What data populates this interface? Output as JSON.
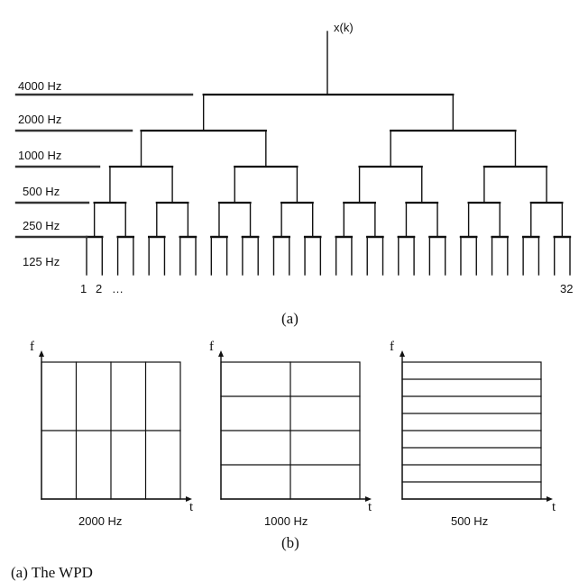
{
  "figure_a": {
    "root_label": "x(k)",
    "band_labels": [
      "4000 Hz",
      "2000 Hz",
      "1000 Hz",
      "500 Hz",
      "250 Hz",
      "125 Hz"
    ],
    "leaf_labels": {
      "first": "1",
      "second": "2",
      "ellipsis": "…",
      "last": "32"
    },
    "caption": "(a)"
  },
  "figure_b": {
    "panels": [
      {
        "label": "2000 Hz",
        "f_axis": "f",
        "t_axis": "t",
        "columns": 4,
        "rows": 2
      },
      {
        "label": "1000 Hz",
        "f_axis": "f",
        "t_axis": "t",
        "columns": 2,
        "rows": 4
      },
      {
        "label": "500 Hz",
        "f_axis": "f",
        "t_axis": "t",
        "columns": 1,
        "rows": 8
      }
    ],
    "caption": "(b)"
  },
  "footer_text": "(a) The WPD"
}
